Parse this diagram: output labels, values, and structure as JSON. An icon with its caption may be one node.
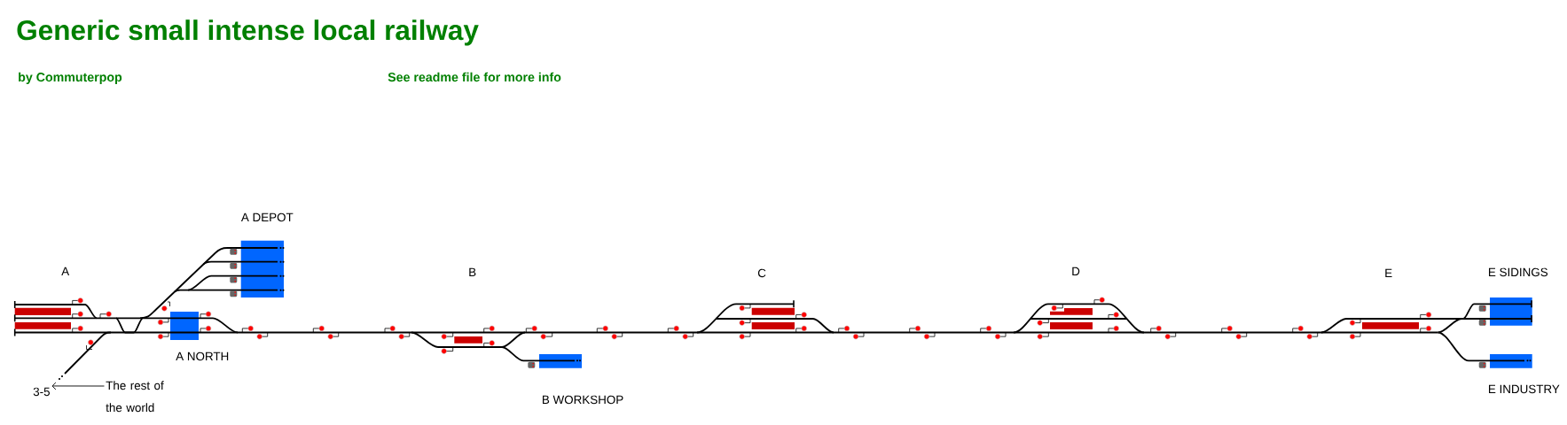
{
  "diagram": {
    "title": "Generic small intense local railway",
    "nodes": [
      {
        "text": [
          "3-5"
        ]
      },
      {
        "text": [
          "The rest of the world"
        ]
      }
    ],
    "edges": [
      {
        "from": 1,
        "to": 0,
        "arrow": "to"
      }
    ],
    "labels": [
      "by Commuterpop",
      "See readme file for more info",
      "A DEPOT",
      "A",
      "B",
      "C",
      "D",
      "E",
      "E SIDINGS",
      "A NORTH",
      "B WORKSHOP",
      "E INDUSTRY"
    ]
  }
}
